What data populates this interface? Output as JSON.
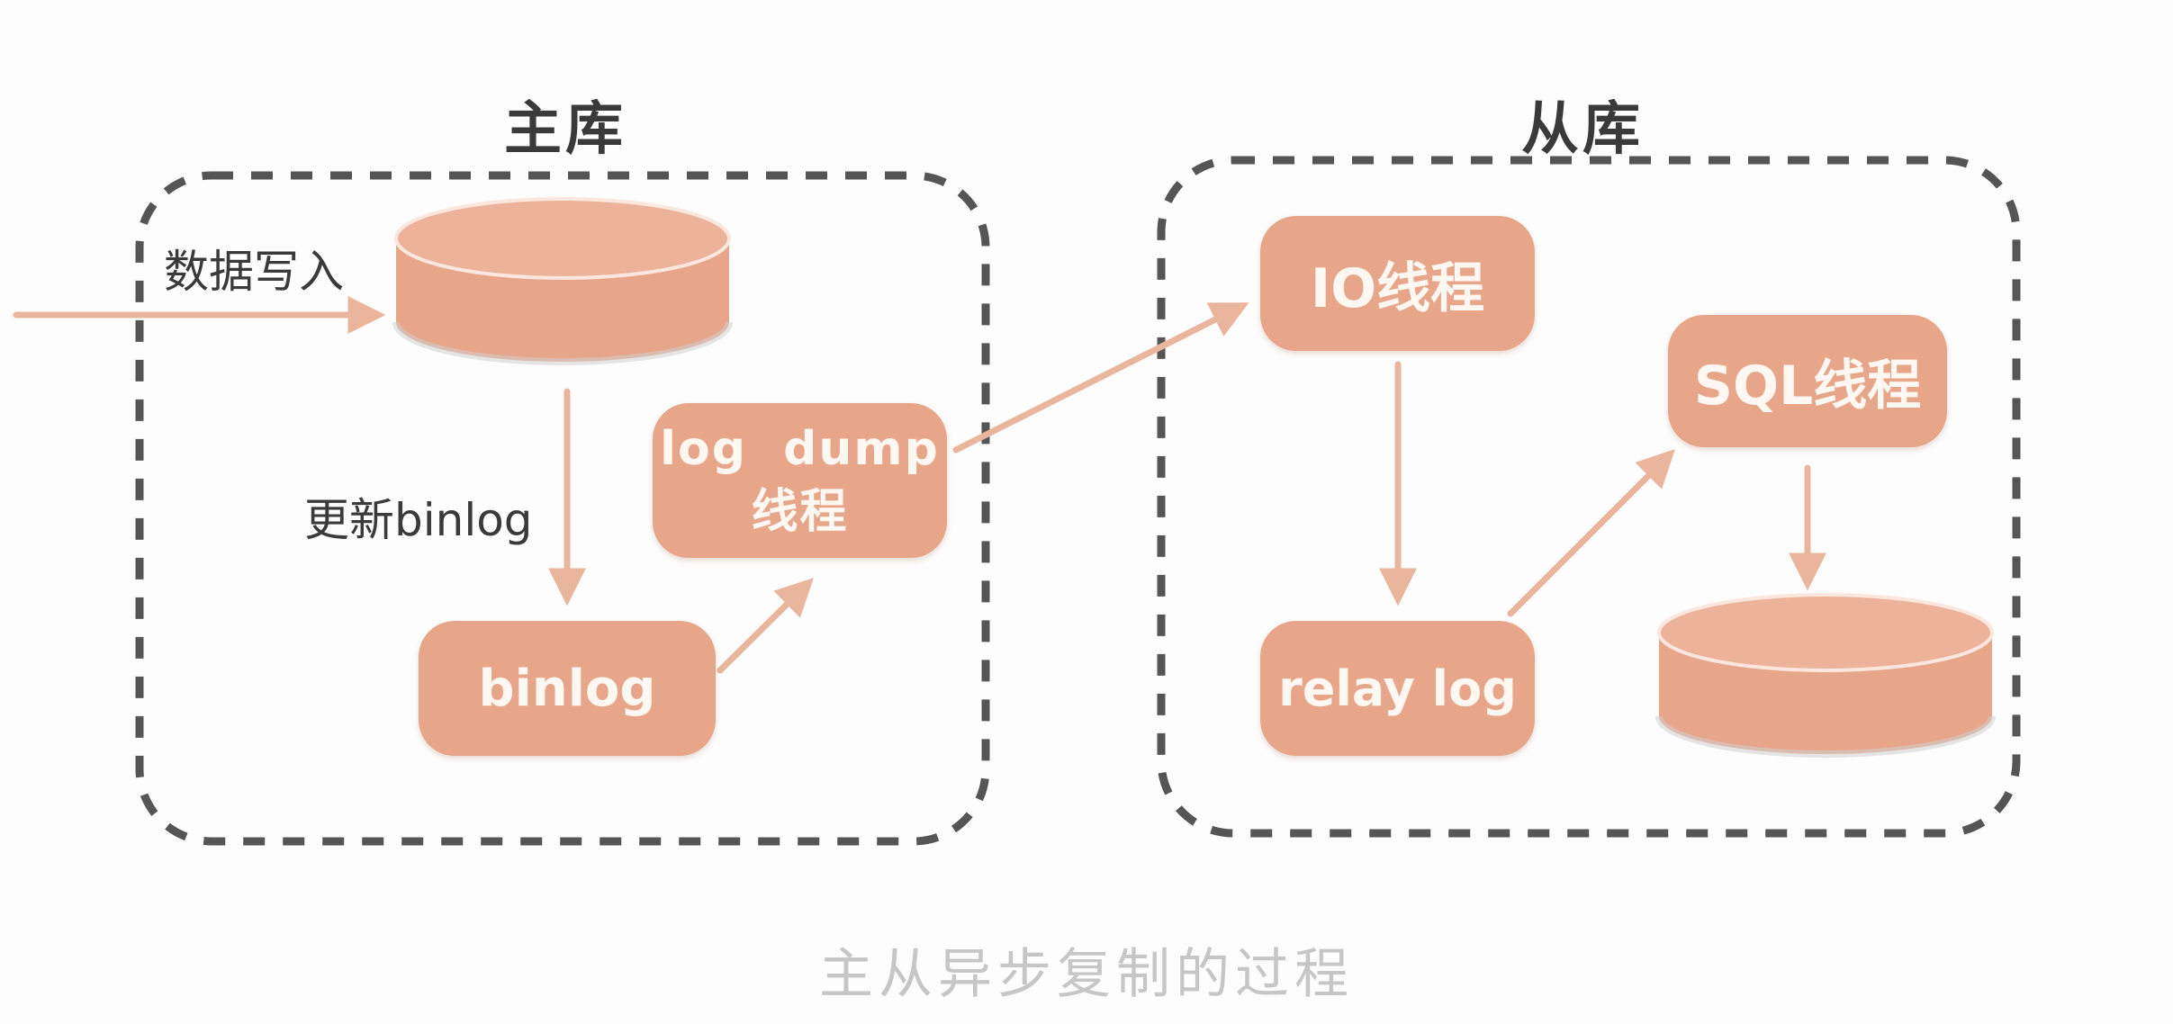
{
  "master": {
    "title": "主库"
  },
  "slave": {
    "title": "从库"
  },
  "labels": {
    "data_write": "数据写入",
    "update_binlog": "更新binlog"
  },
  "nodes": {
    "binlog": "binlog",
    "log_dump": {
      "line1": "log  dump",
      "line2": "线程"
    },
    "io_thread": "IO线程",
    "relay_log": "relay log",
    "sql_thread": "SQL线程"
  },
  "caption": "主从异步复制的过程",
  "colors": {
    "node_fill": "#e7a689",
    "db_top": "#ecb39a",
    "arrow": "#eab59d",
    "border": "#555555"
  }
}
